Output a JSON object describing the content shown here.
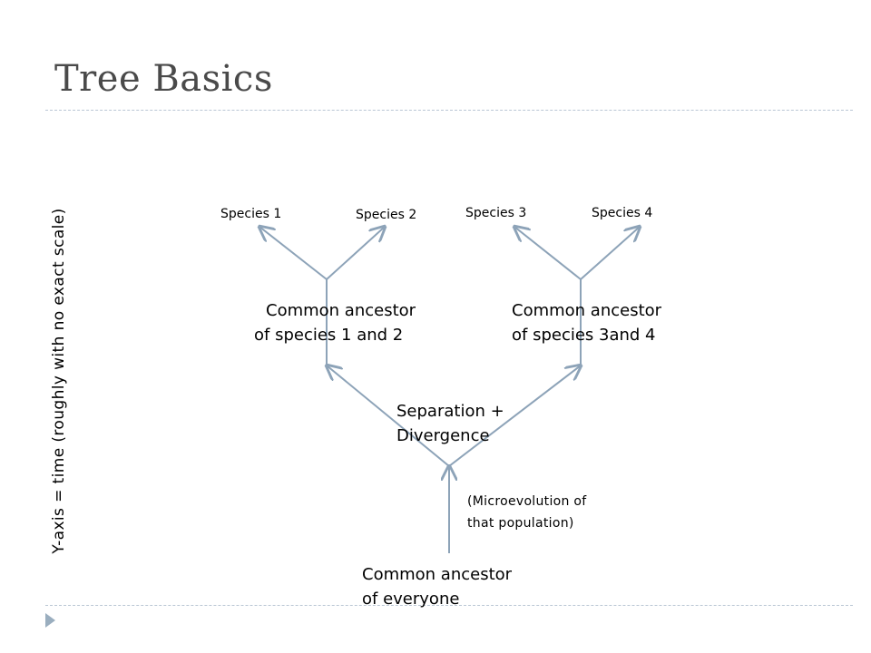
{
  "slide": {
    "title": "Tree Basics",
    "y_axis_label": "Y-axis = time (roughly with no exact scale)"
  },
  "tree": {
    "species": [
      "Species 1",
      "Species 2",
      "Species 3",
      "Species 4"
    ],
    "ancestor_12": [
      "Common ancestor",
      "of species 1 and 2"
    ],
    "ancestor_34": [
      "Common ancestor",
      "of species 3and 4"
    ],
    "separation": [
      "Separation +",
      "Divergence"
    ],
    "microevolution": [
      "(Microevolution of",
      "that population)"
    ],
    "root": [
      "Common ancestor",
      "of everyone"
    ]
  },
  "colors": {
    "branch": "#8da3b8",
    "title": "#4a4a4a",
    "rule": "#b9c6d4"
  }
}
